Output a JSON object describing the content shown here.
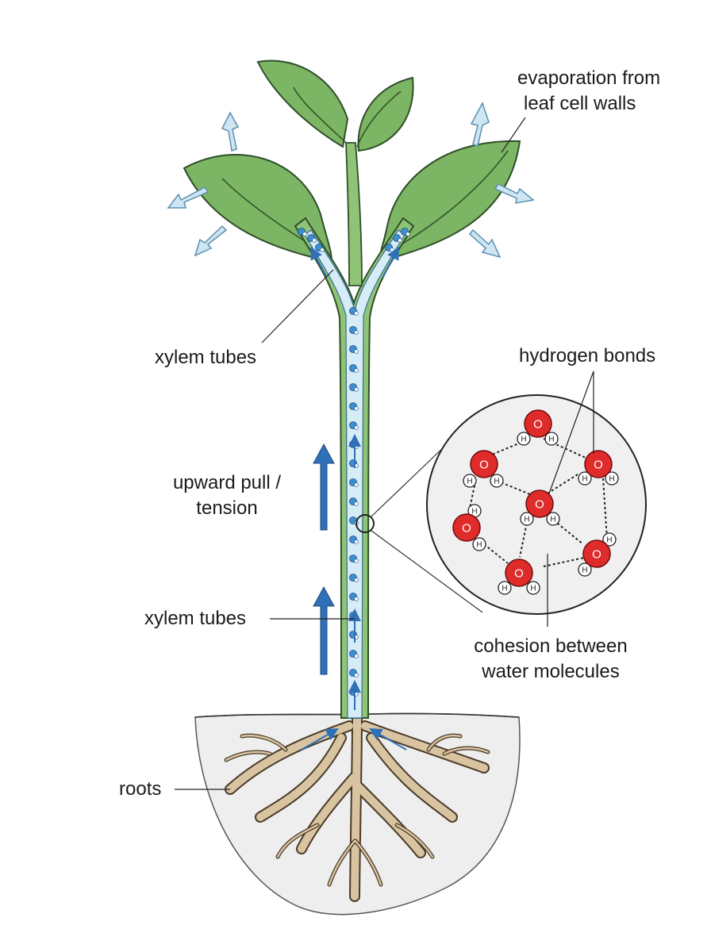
{
  "labels": {
    "evaporation_line1": "evaporation from",
    "evaporation_line2": "leaf cell walls",
    "xylem_top": "xylem tubes",
    "hydrogen_bonds": "hydrogen bonds",
    "upward_line1": "upward pull /",
    "upward_line2": "tension",
    "xylem_mid": "xylem tubes",
    "cohesion_line1": "cohesion between",
    "cohesion_line2": "water molecules",
    "roots": "roots"
  },
  "molecule": {
    "oxygen_symbol": "O",
    "hydrogen_symbol": "H"
  },
  "colors": {
    "leaf": "#7cb563",
    "leaf_stroke": "#2f4f2a",
    "stem": "#8fc476",
    "xylem": "#d6ecf6",
    "water_drop": "#3e8fd0",
    "arrow_blue": "#2f70b8",
    "evap_arrow": "#cfe6f2",
    "root": "#d9c4a2",
    "soil": "#eeeeee",
    "oxygen": "#e02b2b",
    "zoom_fill": "#f0f0f0"
  }
}
